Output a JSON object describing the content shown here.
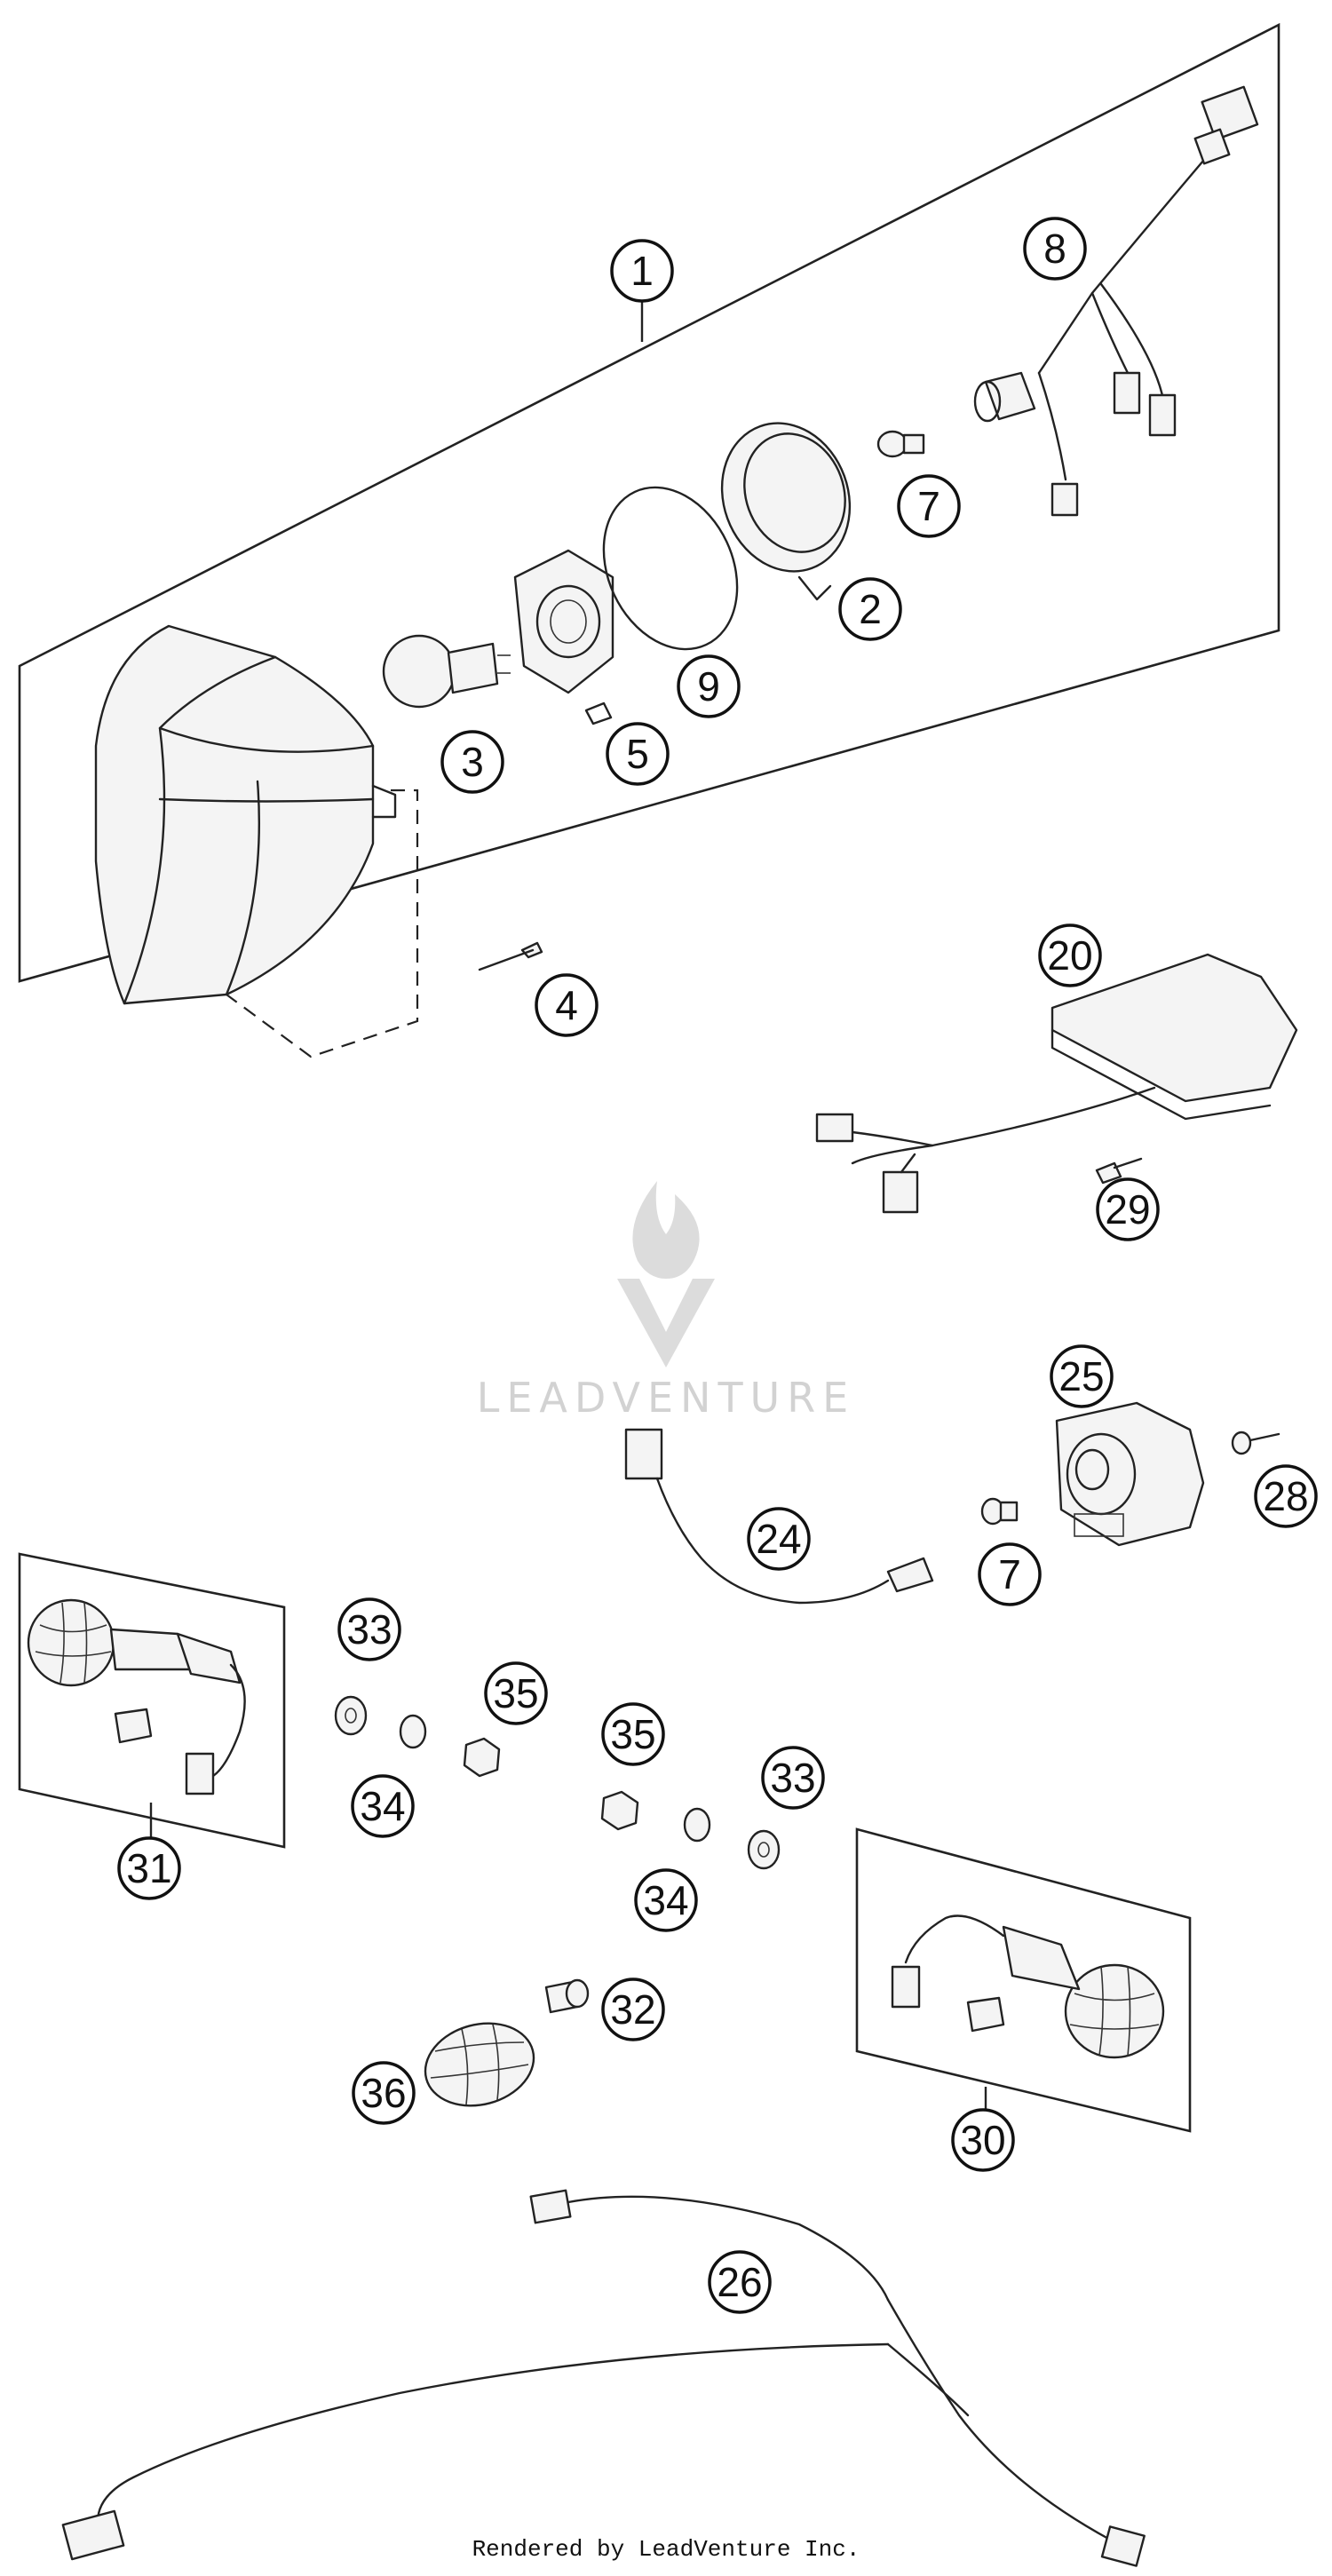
{
  "watermark": {
    "text": "LEADVENTURE"
  },
  "footer": {
    "text": "Rendered by LeadVenture Inc."
  },
  "callouts": [
    {
      "label": "1"
    },
    {
      "label": "8"
    },
    {
      "label": "7"
    },
    {
      "label": "2"
    },
    {
      "label": "9"
    },
    {
      "label": "3"
    },
    {
      "label": "5"
    },
    {
      "label": "4"
    },
    {
      "label": "20"
    },
    {
      "label": "29"
    },
    {
      "label": "25"
    },
    {
      "label": "28"
    },
    {
      "label": "24"
    },
    {
      "label": "7"
    },
    {
      "label": "33"
    },
    {
      "label": "35"
    },
    {
      "label": "34"
    },
    {
      "label": "31"
    },
    {
      "label": "35"
    },
    {
      "label": "33"
    },
    {
      "label": "34"
    },
    {
      "label": "32"
    },
    {
      "label": "36"
    },
    {
      "label": "30"
    },
    {
      "label": "26"
    }
  ]
}
